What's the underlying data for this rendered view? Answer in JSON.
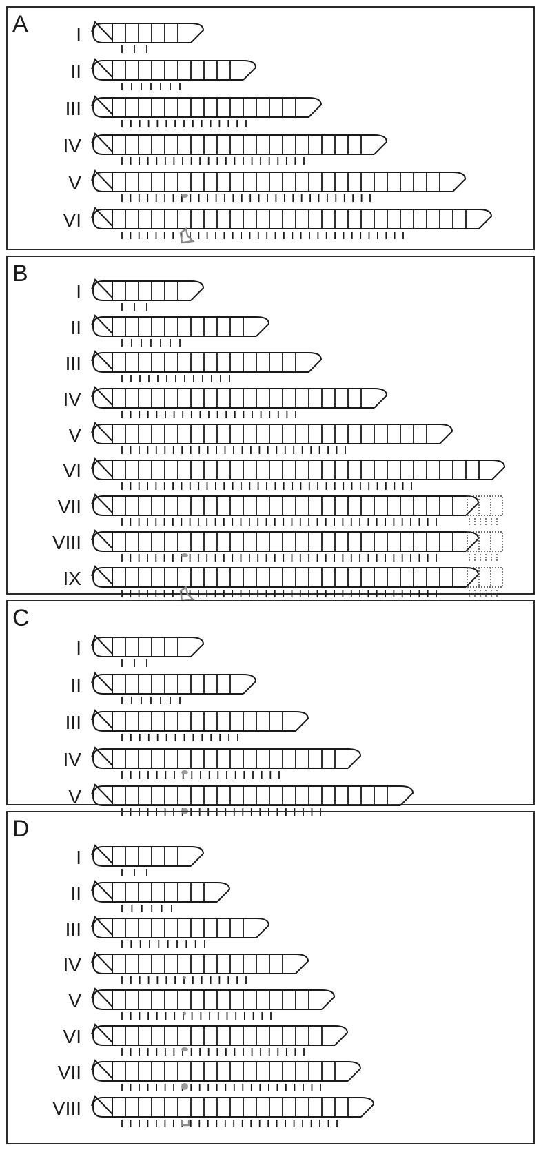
{
  "panels": [
    {
      "letter": "A",
      "stages": [
        {
          "label": "I",
          "segments": 6,
          "leg_pairs": 3,
          "dotted_segments": 0,
          "limb_bud": "none"
        },
        {
          "label": "II",
          "segments": 10,
          "leg_pairs": 7,
          "dotted_segments": 0,
          "limb_bud": "none"
        },
        {
          "label": "III",
          "segments": 15,
          "leg_pairs": 15,
          "dotted_segments": 0,
          "limb_bud": "none"
        },
        {
          "label": "IV",
          "segments": 20,
          "leg_pairs": 22,
          "dotted_segments": 0,
          "limb_bud": "none"
        },
        {
          "label": "V",
          "segments": 26,
          "leg_pairs": 30,
          "dotted_segments": 0,
          "limb_bud": "small"
        },
        {
          "label": "VI",
          "segments": 28,
          "leg_pairs": 34,
          "dotted_segments": 0,
          "limb_bud": "gonopod"
        }
      ]
    },
    {
      "letter": "B",
      "stages": [
        {
          "label": "I",
          "segments": 6,
          "leg_pairs": 3,
          "dotted_segments": 0,
          "limb_bud": "none"
        },
        {
          "label": "II",
          "segments": 11,
          "leg_pairs": 7,
          "dotted_segments": 0,
          "limb_bud": "none"
        },
        {
          "label": "III",
          "segments": 15,
          "leg_pairs": 13,
          "dotted_segments": 0,
          "limb_bud": "none"
        },
        {
          "label": "IV",
          "segments": 20,
          "leg_pairs": 21,
          "dotted_segments": 0,
          "limb_bud": "none"
        },
        {
          "label": "V",
          "segments": 25,
          "leg_pairs": 27,
          "dotted_segments": 0,
          "limb_bud": "none"
        },
        {
          "label": "VI",
          "segments": 29,
          "leg_pairs": 35,
          "dotted_segments": 0,
          "limb_bud": "none"
        },
        {
          "label": "VII",
          "segments": 27,
          "leg_pairs": 38,
          "dotted_segments": 3,
          "limb_bud": "none"
        },
        {
          "label": "VIII",
          "segments": 27,
          "leg_pairs": 38,
          "dotted_segments": 3,
          "limb_bud": "small"
        },
        {
          "label": "IX",
          "segments": 27,
          "leg_pairs": 38,
          "dotted_segments": 3,
          "limb_bud": "gonopod"
        }
      ]
    },
    {
      "letter": "C",
      "stages": [
        {
          "label": "I",
          "segments": 6,
          "leg_pairs": 3,
          "dotted_segments": 0,
          "limb_bud": "none"
        },
        {
          "label": "II",
          "segments": 10,
          "leg_pairs": 7,
          "dotted_segments": 0,
          "limb_bud": "none"
        },
        {
          "label": "III",
          "segments": 14,
          "leg_pairs": 14,
          "dotted_segments": 0,
          "limb_bud": "none"
        },
        {
          "label": "IV",
          "segments": 18,
          "leg_pairs": 19,
          "dotted_segments": 0,
          "limb_bud": "small"
        },
        {
          "label": "V",
          "segments": 22,
          "leg_pairs": 24,
          "dotted_segments": 0,
          "limb_bud": "medium"
        }
      ]
    },
    {
      "letter": "D",
      "stages": [
        {
          "label": "I",
          "segments": 6,
          "leg_pairs": 3,
          "dotted_segments": 0,
          "limb_bud": "none"
        },
        {
          "label": "II",
          "segments": 8,
          "leg_pairs": 6,
          "dotted_segments": 0,
          "limb_bud": "none"
        },
        {
          "label": "III",
          "segments": 11,
          "leg_pairs": 10,
          "dotted_segments": 0,
          "limb_bud": "none"
        },
        {
          "label": "IV",
          "segments": 14,
          "leg_pairs": 15,
          "dotted_segments": 0,
          "limb_bud": "tiny"
        },
        {
          "label": "V",
          "segments": 16,
          "leg_pairs": 18,
          "dotted_segments": 0,
          "limb_bud": "tiny"
        },
        {
          "label": "VI",
          "segments": 17,
          "leg_pairs": 22,
          "dotted_segments": 0,
          "limb_bud": "small"
        },
        {
          "label": "VII",
          "segments": 18,
          "leg_pairs": 24,
          "dotted_segments": 0,
          "limb_bud": "medium"
        },
        {
          "label": "VIII",
          "segments": 19,
          "leg_pairs": 26,
          "dotted_segments": 0,
          "limb_bud": "bracket"
        }
      ]
    }
  ],
  "colors": {
    "line": "#1a1a1a",
    "bud": "#9a9a9a",
    "frame": "#2b2b2b"
  }
}
